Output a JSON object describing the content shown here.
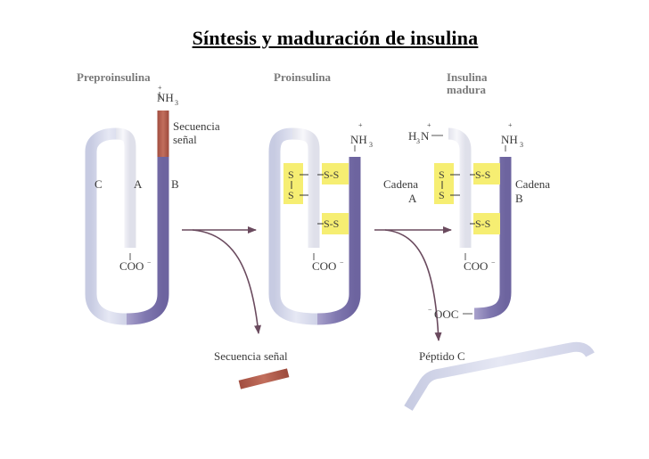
{
  "title": "Síntesis y maduración de insulina",
  "stages": {
    "preproinsulina": {
      "header": "Preproinsulina",
      "n_terminus": "NH",
      "n_sub": "3",
      "n_charge": "+",
      "signal_label_1": "Secuencia",
      "signal_label_2": "señal",
      "chain_c": "C",
      "chain_a": "A",
      "chain_b": "B",
      "c_terminus": "COO",
      "c_charge": "−"
    },
    "proinsulina": {
      "header": "Proinsulina",
      "n_terminus": "NH",
      "n_sub": "3",
      "n_charge": "+",
      "c_terminus": "COO",
      "c_charge": "−",
      "s_label": "S",
      "ss_label": "S-S"
    },
    "insulina_madura": {
      "header_1": "Insulina",
      "header_2": "madura",
      "a_n_terminus_pre": "H",
      "a_n_sub": "3",
      "a_n_post": "N",
      "a_n_charge": "+",
      "b_n_terminus": "NH",
      "b_n_sub": "3",
      "b_n_charge": "+",
      "cadena_a_1": "Cadena",
      "cadena_a_2": "A",
      "cadena_b_1": "Cadena",
      "cadena_b_2": "B",
      "a_c_terminus": "COO",
      "a_c_charge": "−",
      "b_c_terminus": "OOC",
      "b_c_charge": "−",
      "s_label": "S",
      "ss_label": "S-S"
    }
  },
  "products": {
    "signal": "Secuencia señal",
    "peptide_c": "Péptido C"
  },
  "colors": {
    "chain_b": "#8a82b6",
    "chain_c": "#d9dcee",
    "chain_a": "#eeeff4",
    "signal": "#b56454",
    "disulfide_box": "#f6ee72",
    "arrow": "#6a4a5e"
  }
}
